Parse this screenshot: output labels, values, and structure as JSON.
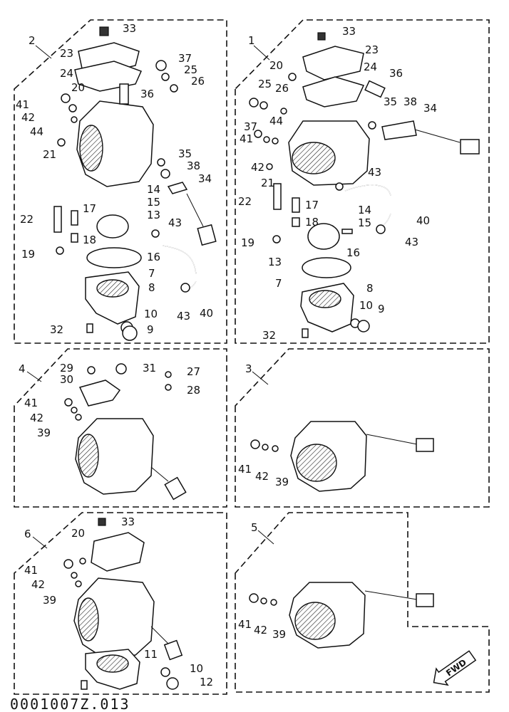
{
  "diagram": {
    "type": "exploded-parts-diagram",
    "code": "0001007Z.013",
    "fwd_label": "FWD",
    "panels": [
      {
        "id": "2",
        "labels": [
          "33",
          "23",
          "24",
          "37",
          "25",
          "26",
          "20",
          "36",
          "41",
          "42",
          "44",
          "21",
          "35",
          "38",
          "34",
          "14",
          "15",
          "22",
          "17",
          "13",
          "43",
          "18",
          "19",
          "16",
          "7",
          "8",
          "40",
          "43",
          "10",
          "32",
          "9"
        ]
      },
      {
        "id": "1",
        "labels": [
          "33",
          "23",
          "20",
          "24",
          "25",
          "26",
          "36",
          "35",
          "38",
          "34",
          "37",
          "44",
          "41",
          "42",
          "43",
          "21",
          "22",
          "14",
          "40",
          "17",
          "18",
          "15",
          "19",
          "16",
          "43",
          "13",
          "7",
          "8",
          "10",
          "9",
          "32"
        ]
      },
      {
        "id": "4",
        "labels": [
          "29",
          "31",
          "27",
          "30",
          "28",
          "41",
          "42",
          "39"
        ]
      },
      {
        "id": "3",
        "labels": [
          "41",
          "42",
          "39"
        ]
      },
      {
        "id": "6",
        "labels": [
          "33",
          "20",
          "41",
          "42",
          "39",
          "11",
          "10",
          "12"
        ]
      },
      {
        "id": "5",
        "labels": [
          "41",
          "42",
          "39"
        ]
      }
    ]
  }
}
